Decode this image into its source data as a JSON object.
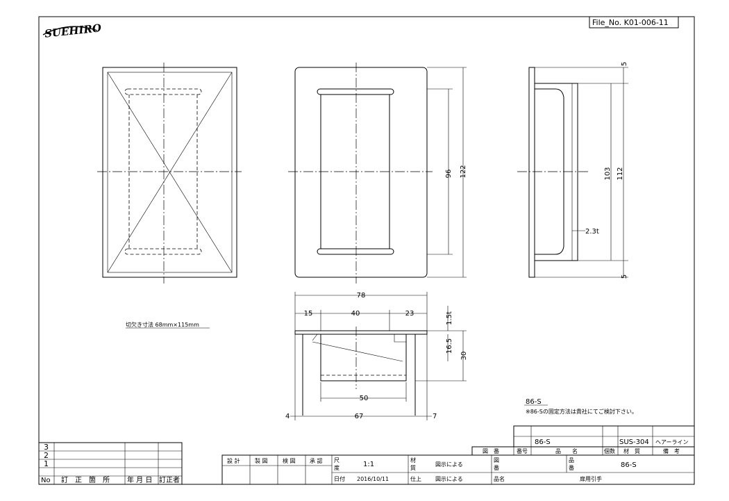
{
  "header": {
    "logo_text": "SUEHIRO",
    "file_no": "File_No.  K01-006-11"
  },
  "views": {
    "top_view": {
      "dim_width": "96",
      "dim_height": "122"
    },
    "side_view": {
      "dim_top": "5",
      "dim_bottom": "5",
      "dim_inner": "103",
      "dim_outer": "112",
      "dim_thickness": "2.3t"
    },
    "section_view": {
      "dim_total": "78",
      "dim_left": "15",
      "dim_middle": "40",
      "dim_right": "23",
      "dim_flange": "1.5t",
      "dim_depth_inner": "16.5",
      "dim_depth": "30",
      "dim_bottom_width": "50",
      "dim_body_width": "67",
      "dim_offset_left": "4",
      "dim_offset_right": "7"
    },
    "cutout_note": "切欠き寸法 68mm×115mm"
  },
  "notes": {
    "model": "86-S",
    "mounting_note": "※86-Sの固定方法は貴社にてご検討下さい。"
  },
  "parts_list": {
    "row": {
      "part_name": "86-S",
      "material": "SUS-304",
      "remarks": "ヘアーライン"
    },
    "headers": [
      "図　番",
      "番号",
      "品　　名",
      "個数",
      "材　質",
      "備　考"
    ]
  },
  "revision_table": {
    "rows": [
      "3",
      "2",
      "1"
    ],
    "header": [
      "No",
      "訂　正　箇　所",
      "年 月 日",
      "訂正者"
    ]
  },
  "title_block": {
    "roles": [
      "設 計",
      "製 図",
      "検 図",
      "承 認"
    ],
    "scale_label": "尺\n度",
    "scale_label_top": "尺",
    "scale_label_bottom": "度",
    "scale_value": "1:1",
    "material_label_top": "材",
    "material_label_bottom": "質",
    "material_value": "図示による",
    "drawing_no_label_top": "図",
    "drawing_no_label_bottom": "番",
    "product_no_label_top": "品",
    "product_no_label_bottom": "番",
    "product_no_value": "86-S",
    "date_label": "日付",
    "date_value": "2016/10/11",
    "finish_label": "仕上",
    "finish_value": "図示による",
    "product_name_label": "品名",
    "product_name_value": "扉用引手"
  }
}
